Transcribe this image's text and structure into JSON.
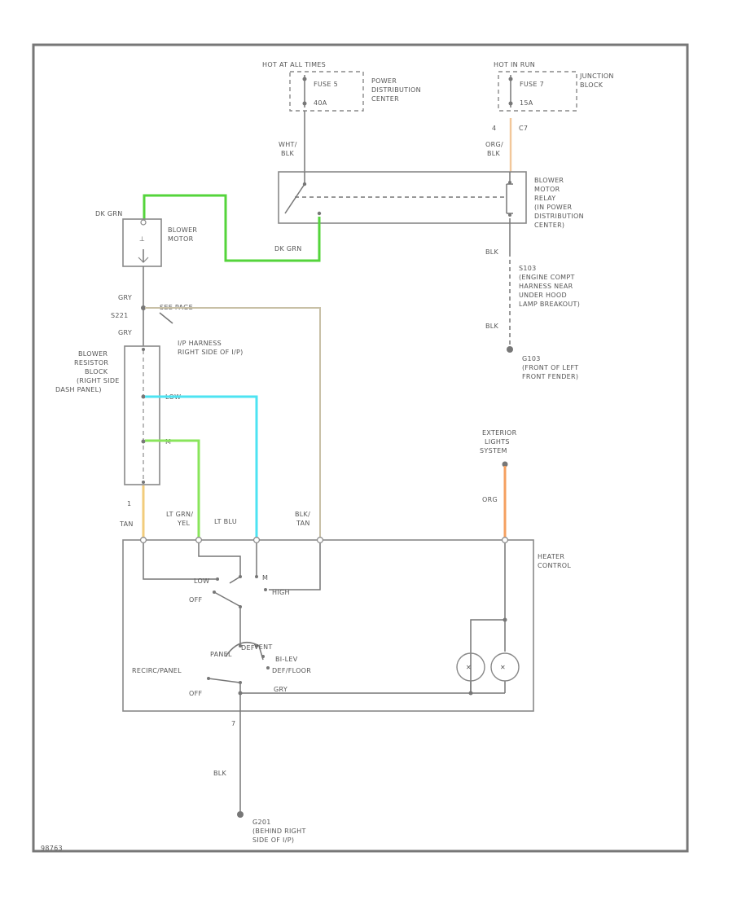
{
  "fuse1": {
    "header": "HOT AT ALL TIMES",
    "name": "FUSE 5",
    "amps": "40A",
    "location": "POWER DISTRIBUTION CENTER"
  },
  "fuse2": {
    "header": "HOT IN RUN",
    "name": "FUSE 7",
    "amps": "15A",
    "location": "JUNCTION BLOCK"
  },
  "relay": {
    "label": "BLOWER MOTOR RELAY (IN POWER DISTRIBUTION CENTER)",
    "left_wire": "WHT/ BLK",
    "right_pins": [
      "4",
      "C7"
    ],
    "right_wire": "ORG/ BLK"
  },
  "blower_motor": {
    "label": "BLOWER MOTOR",
    "in_wire": "DK GRN",
    "relay_wire": "DK GRN",
    "out_wire": "GRY"
  },
  "splice": {
    "id": "S221",
    "harness": "I/P HARNESS RIGHT SIDE OF I/P",
    "note": "SEE PAGE",
    "wire_below": "GRY"
  },
  "ground1": {
    "wire_top": "BLK",
    "id_and_location": "S103 ENGINE COMPT HARNESS NEAR UNDER HOOD LAMP BREAKOUT",
    "wire_bottom": "BLK",
    "ground": "G103 (FRONT OF LEFT FRONT FENDER)"
  },
  "resistor": {
    "label": "BLOWER RESISTOR BLOCK (RIGHT SIDE DASH PANEL)",
    "tap_mid": "LOW",
    "tap_low": "M"
  },
  "connector_labels": {
    "pin_left": "1",
    "pin_ground": "7"
  },
  "wires_bottom": {
    "tan": "TAN",
    "lt_grn": "LT GRN/ YEL",
    "lt_blu": "LT BLU",
    "blk_tan": "BLK/ TAN",
    "org": "ORG"
  },
  "exterior": "EXTERIOR LIGHTS SYSTEM",
  "heater": {
    "label": "HEATER CONTROL",
    "fan": [
      "LOW",
      "OFF",
      "M",
      "HIGH"
    ],
    "mode": [
      "PANEL",
      "DEF",
      "VENT",
      "DEF/FLOOR",
      "RECIRC/PANEL",
      "OFF"
    ],
    "gry": "GRY"
  },
  "ground2": {
    "wire": "BLK",
    "label": "G201 BEHIND RIGHT SIDE OF I/P"
  },
  "fig_id": "98763",
  "colors": {
    "dk_grn": "#54d43b",
    "lt_blu": "#4de3f2",
    "lt_grn": "#89e55b",
    "tan": "#f2cc7c",
    "blk_tan": "#c8c0a6",
    "org": "#f5a060",
    "grey_wire": "#777777"
  }
}
